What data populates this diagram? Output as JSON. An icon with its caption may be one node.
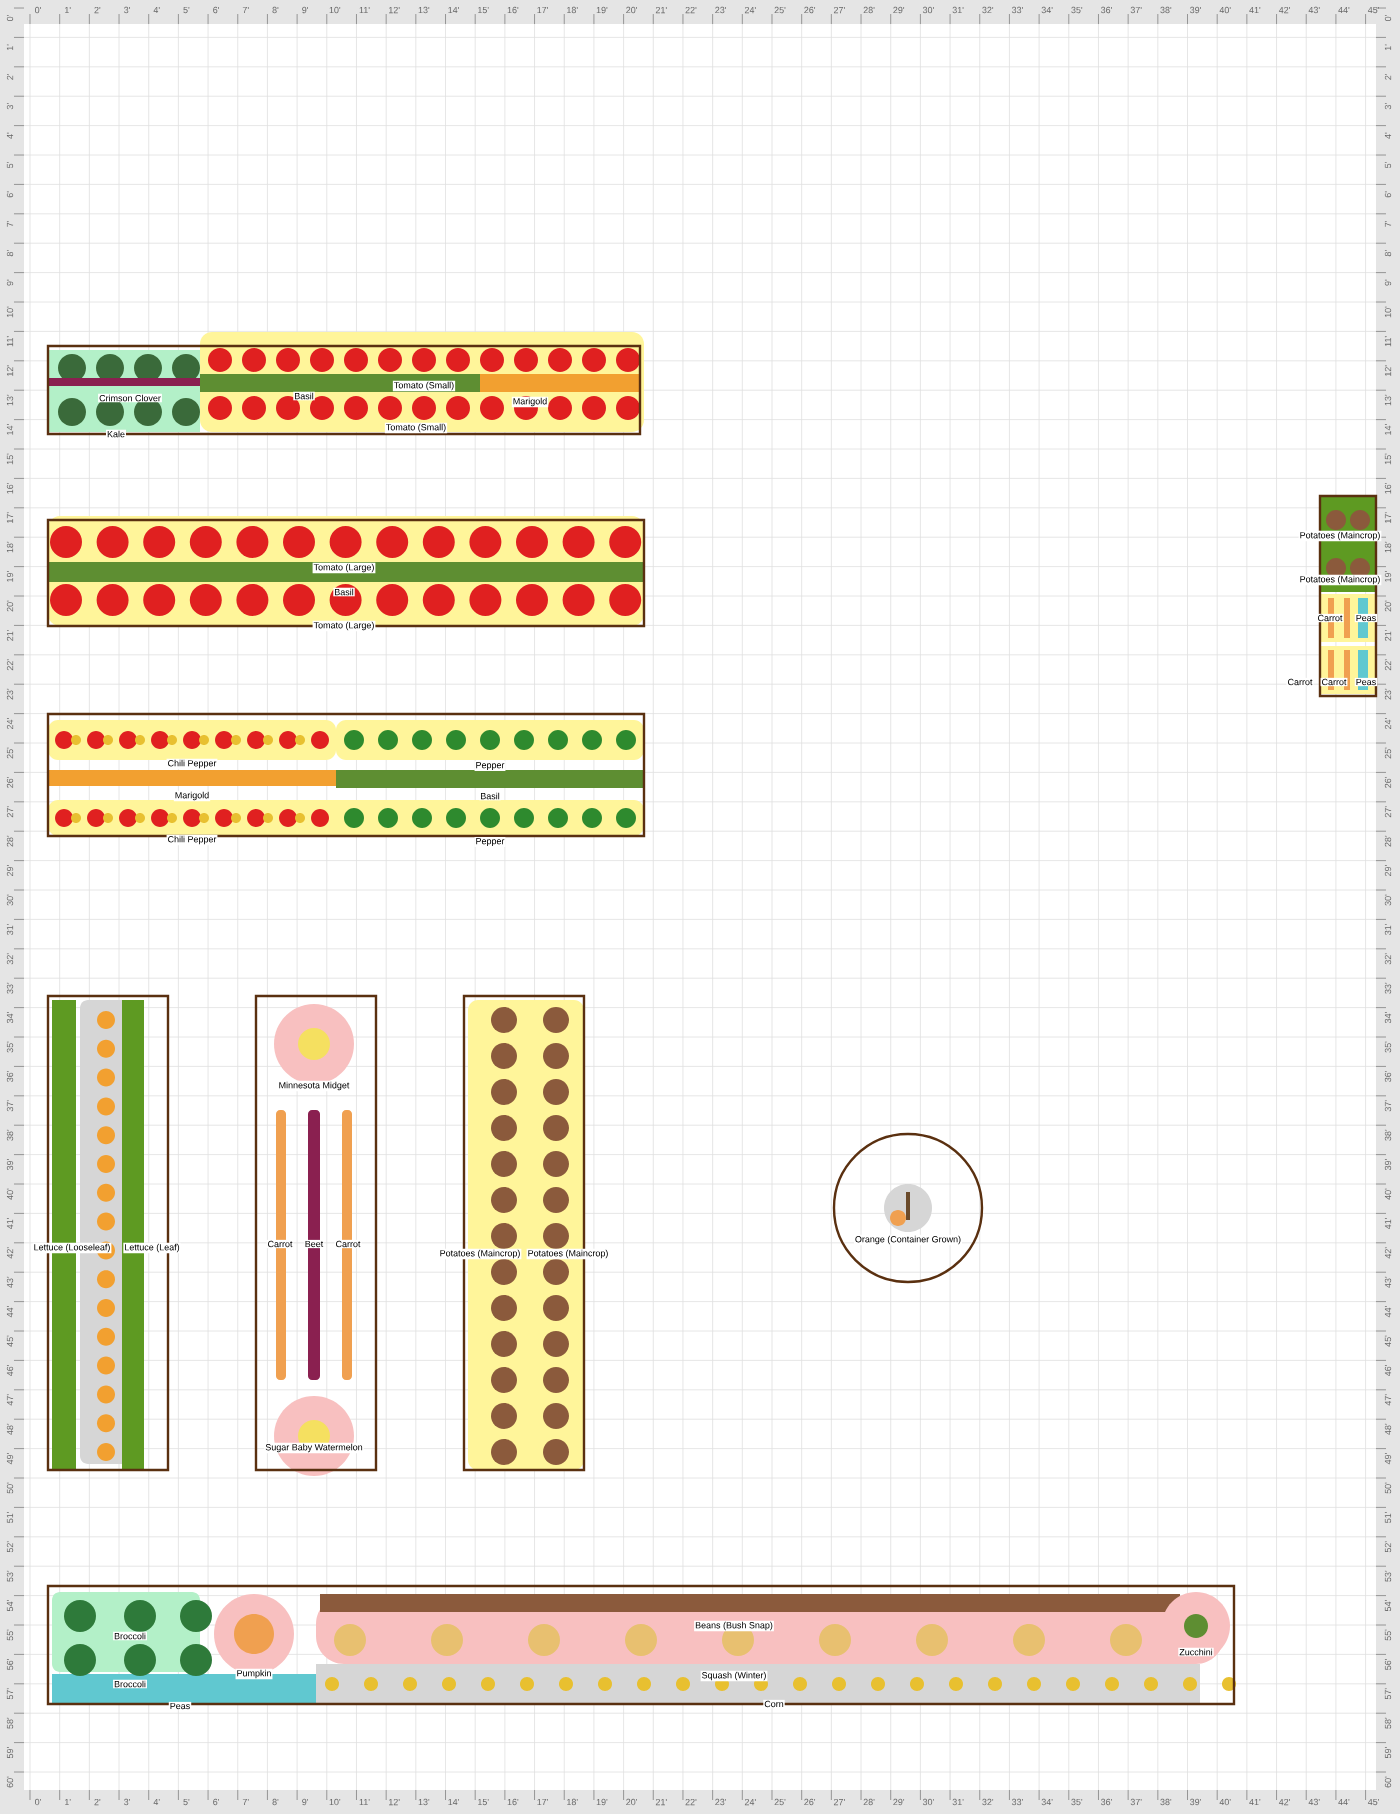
{
  "diagram": {
    "nodes": [
      {
        "text": [],
        "shape": "box"
      },
      {
        "text": [
          "Crimson Clover"
        ],
        "in": 0
      },
      {
        "text": [
          "Kale"
        ],
        "in": 0
      },
      {
        "text": [
          "Basil"
        ],
        "in": 0
      },
      {
        "text": [
          "Tomato (Small)"
        ],
        "in": 0
      },
      {
        "text": [
          "Marigold"
        ],
        "in": 0
      },
      {
        "text": [
          "Tomato (Small)"
        ],
        "in": 0
      },
      {
        "text": [],
        "shape": "box"
      },
      {
        "text": [
          "Tomato (Large)"
        ],
        "in": 7
      },
      {
        "text": [
          "Basil"
        ],
        "in": 7
      },
      {
        "text": [
          "Tomato (Large)"
        ],
        "in": 7
      },
      {
        "text": [],
        "shape": "box"
      },
      {
        "text": [
          "Chili Pepper"
        ],
        "in": 11
      },
      {
        "text": [
          "Pepper"
        ],
        "in": 11
      },
      {
        "text": [
          "Marigold"
        ],
        "in": 11
      },
      {
        "text": [
          "Basil"
        ],
        "in": 11
      },
      {
        "text": [
          "Chili Pepper"
        ],
        "in": 11
      },
      {
        "text": [
          "Pepper"
        ],
        "in": 11
      },
      {
        "text": [],
        "shape": "box"
      },
      {
        "text": [
          "Lettuce (Looseleaf)"
        ],
        "in": 18
      },
      {
        "text": [
          "Lettuce (Leaf)"
        ],
        "in": 18
      },
      {
        "text": [],
        "shape": "box"
      },
      {
        "text": [
          "Minnesota Midget"
        ],
        "in": 21
      },
      {
        "text": [
          "Carrot"
        ],
        "in": 21
      },
      {
        "text": [
          "Beet"
        ],
        "in": 21
      },
      {
        "text": [
          "Carrot"
        ],
        "in": 21
      },
      {
        "text": [
          "Sugar Baby Watermelon"
        ],
        "in": 21
      },
      {
        "text": [],
        "shape": "box"
      },
      {
        "text": [
          "Potatoes (Maincrop)"
        ],
        "in": 27
      },
      {
        "text": [
          "Potatoes (Maincrop)"
        ],
        "in": 27
      },
      {
        "text": [],
        "shape": "box"
      },
      {
        "text": [
          "Potatoes (Maincrop)"
        ]
      },
      {
        "text": [
          "Potatoes (Maincrop)"
        ]
      },
      {
        "text": [
          "Carrot"
        ],
        "in": 30
      },
      {
        "text": [
          "Peas"
        ],
        "in": 30
      },
      {
        "text": [
          "Carrot"
        ]
      },
      {
        "text": [
          "Carrot"
        ],
        "in": 30
      },
      {
        "text": [
          "Peas"
        ],
        "in": 30
      },
      {
        "text": [],
        "shape": "circle"
      },
      {
        "text": [
          "Orange (Container Grown)"
        ],
        "in": 38
      },
      {
        "text": [],
        "shape": "box"
      },
      {
        "text": [
          "Broccoli"
        ],
        "in": 40
      },
      {
        "text": [
          "Broccoli"
        ],
        "in": 40
      },
      {
        "text": [
          "Pumpkin"
        ],
        "in": 40
      },
      {
        "text": [
          "Beans (Bush Snap)"
        ],
        "in": 40
      },
      {
        "text": [
          "Squash (Winter)"
        ],
        "in": 40
      },
      {
        "text": [
          "Zucchini"
        ],
        "in": 40
      },
      {
        "text": [
          "Peas"
        ],
        "in": 40
      },
      {
        "text": [
          "Corn"
        ],
        "in": 40
      }
    ],
    "labels": [
      "0'",
      "1'",
      "2'",
      "3'",
      "4'",
      "5'",
      "6'",
      "7'",
      "8'",
      "9'",
      "10'",
      "11'",
      "12'",
      "13'",
      "14'",
      "15'",
      "16'",
      "17'",
      "18'",
      "19'",
      "20'",
      "21'",
      "22'",
      "23'",
      "24'",
      "25'",
      "26'",
      "27'",
      "28'",
      "29'",
      "30'",
      "31'",
      "32'",
      "33'",
      "34'",
      "35'",
      "36'",
      "37'",
      "38'",
      "39'",
      "40'",
      "41'",
      "42'",
      "43'",
      "44'",
      "45'",
      "0'",
      "1'",
      "2'",
      "3'",
      "4'",
      "5'",
      "6'",
      "7'",
      "8'",
      "9'",
      "10'",
      "11'",
      "12'",
      "13'",
      "14'",
      "15'",
      "16'",
      "17'",
      "18'",
      "19'",
      "20'",
      "21'",
      "22'",
      "23'",
      "24'",
      "25'",
      "26'",
      "27'",
      "28'",
      "29'",
      "30'",
      "31'",
      "32'",
      "33'",
      "34'",
      "35'",
      "36'",
      "37'",
      "38'",
      "39'",
      "40'",
      "41'",
      "42'",
      "43'",
      "44'",
      "45'",
      "0'",
      "1'",
      "2'",
      "3'",
      "4'",
      "5'",
      "6'",
      "7'",
      "8'",
      "9'",
      "10'",
      "11'",
      "12'",
      "13'",
      "14'",
      "15'",
      "16'",
      "17'",
      "18'",
      "19'",
      "20'",
      "21'",
      "22'",
      "23'",
      "24'",
      "25'",
      "26'",
      "27'",
      "28'",
      "29'",
      "30'",
      "31'",
      "32'",
      "33'",
      "34'",
      "35'",
      "36'",
      "37'",
      "38'",
      "39'",
      "40'",
      "41'",
      "42'",
      "43'",
      "44'",
      "45'",
      "46'",
      "47'",
      "48'",
      "49'",
      "50'",
      "51'",
      "52'",
      "53'",
      "54'",
      "55'",
      "56'",
      "57'",
      "58'",
      "59'",
      "60'",
      "0'",
      "1'",
      "2'",
      "3'",
      "4'",
      "5'",
      "6'",
      "7'",
      "8'",
      "9'",
      "10'",
      "11'",
      "12'",
      "13'",
      "14'",
      "15'",
      "16'",
      "17'",
      "18'",
      "19'",
      "20'",
      "21'",
      "22'",
      "23'",
      "24'",
      "25'",
      "26'",
      "27'",
      "28'",
      "29'",
      "30'",
      "31'",
      "32'",
      "33'",
      "34'",
      "35'",
      "36'",
      "37'",
      "38'",
      "39'",
      "40'",
      "41'",
      "42'",
      "43'",
      "44'",
      "45'",
      "46'",
      "47'",
      "48'",
      "49'",
      "50'",
      "51'",
      "52'",
      "53'",
      "54'",
      "55'",
      "56'",
      "57'",
      "58'",
      "59'",
      "60'"
    ]
  }
}
